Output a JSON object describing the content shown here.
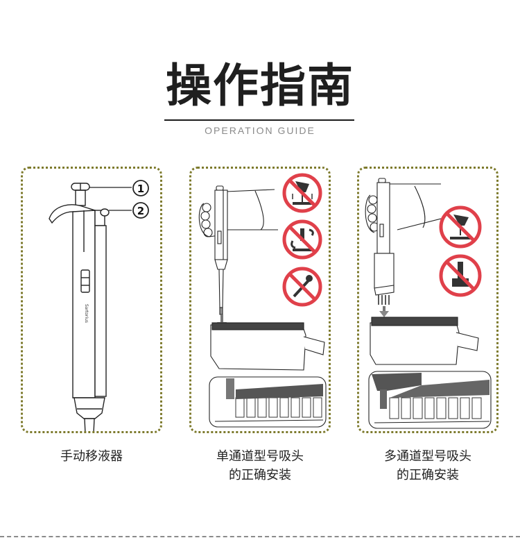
{
  "header": {
    "title": "操作指南",
    "subtitle": "OPERATION GUIDE"
  },
  "panels": [
    {
      "id": "manual-pipette",
      "callouts": [
        "1",
        "2"
      ],
      "brand_mark": "Sartorius",
      "caption_lines": [
        "手动移液器"
      ]
    },
    {
      "id": "single-channel-tip-install",
      "prohibition_icons": [
        "no-hand-tap-icon",
        "no-rock-icon",
        "no-slam-icon"
      ],
      "caption_lines": [
        "单通道型号吸头",
        "的正确安装"
      ]
    },
    {
      "id": "multi-channel-tip-install",
      "prohibition_icons": [
        "no-hand-tap-icon",
        "no-rock-icon"
      ],
      "caption_lines": [
        "多通道型号吸头",
        "的正确安装"
      ]
    }
  ],
  "colors": {
    "panel_border": "#7d7a2c",
    "prohibition_red": "#e0404a",
    "title": "#1f1f1f",
    "subtitle": "#8a8a8a"
  }
}
